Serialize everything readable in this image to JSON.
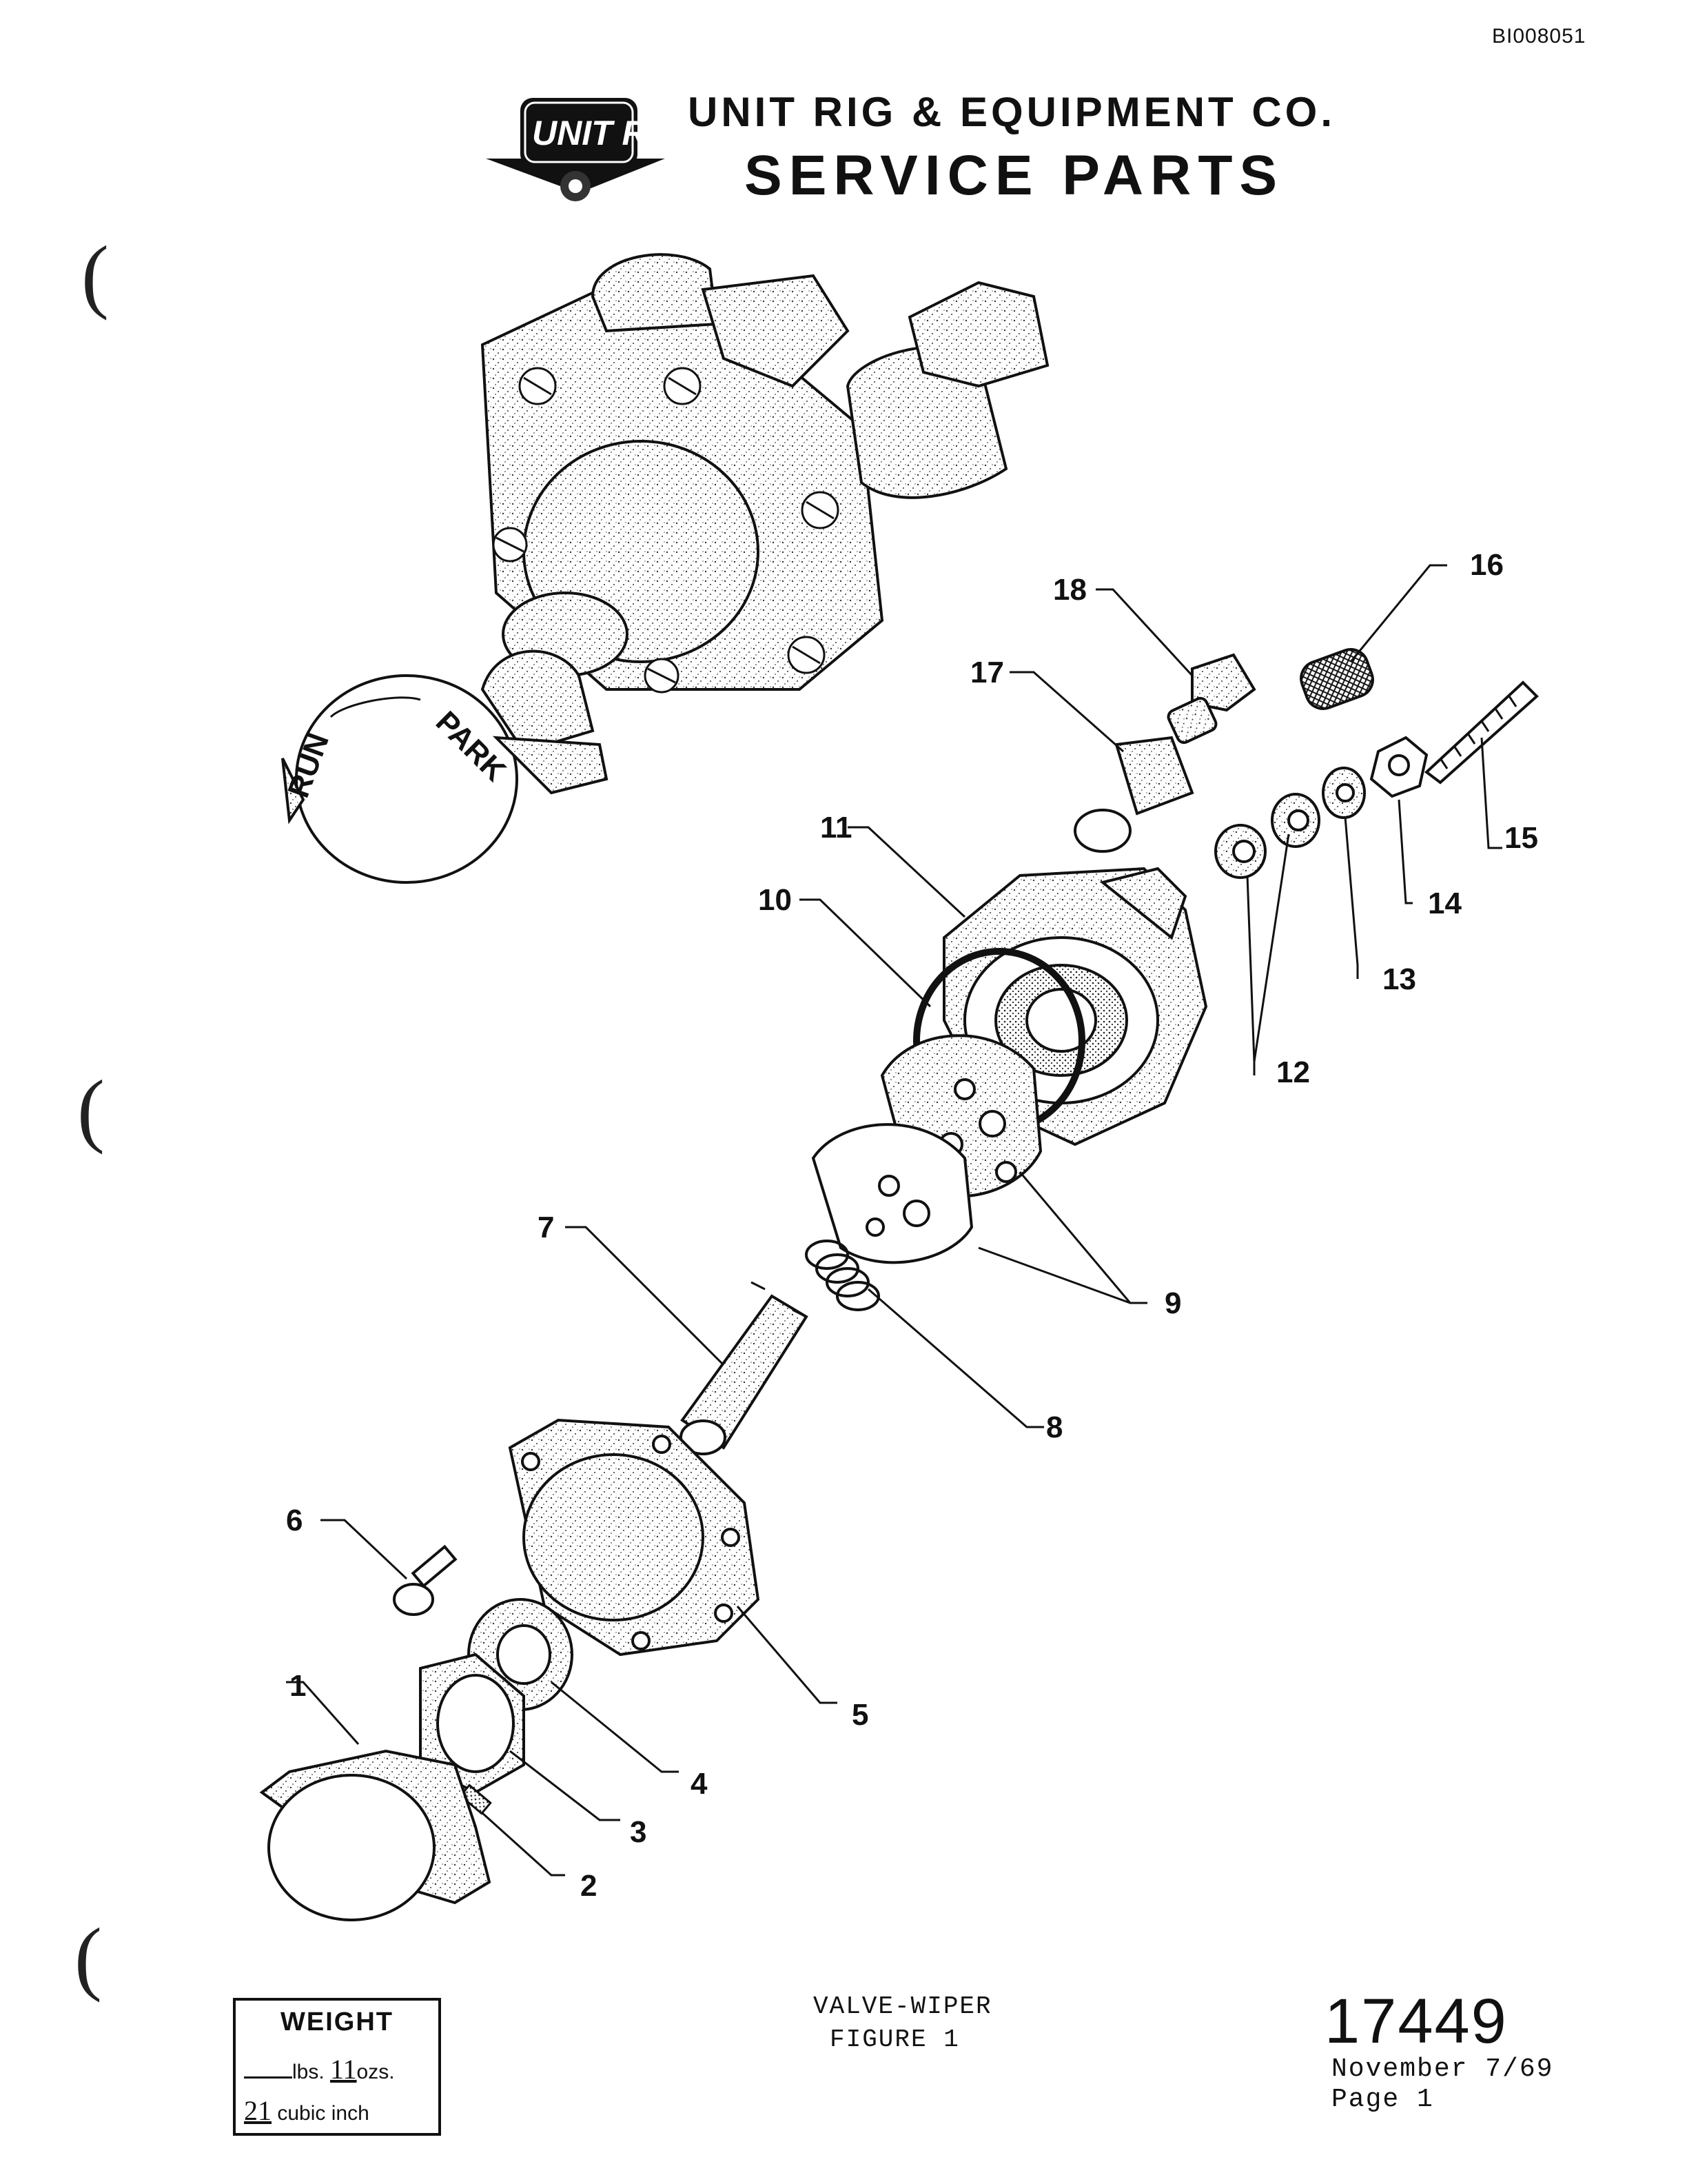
{
  "header": {
    "doc_id": "BI008051",
    "company": "UNIT RIG & EQUIPMENT CO.",
    "title": "SERVICE PARTS",
    "logo_text": "UNIT RIG"
  },
  "knob_labels": {
    "run": "RUN",
    "park": "PARK"
  },
  "callouts": [
    "1",
    "2",
    "3",
    "4",
    "5",
    "6",
    "7",
    "8",
    "9",
    "10",
    "11",
    "12",
    "13",
    "14",
    "15",
    "16",
    "17",
    "18"
  ],
  "caption": {
    "line1": "VALVE-WIPER",
    "line2": "FIGURE 1"
  },
  "drawing_number": "17449",
  "date": "November 7/69",
  "page": "Page 1",
  "weight": {
    "title": "WEIGHT",
    "lbs_value": "",
    "lbs_unit": "lbs.",
    "ozs_value": "11",
    "ozs_unit": "ozs.",
    "volume_value": "21",
    "volume_unit": "cubic inch"
  }
}
